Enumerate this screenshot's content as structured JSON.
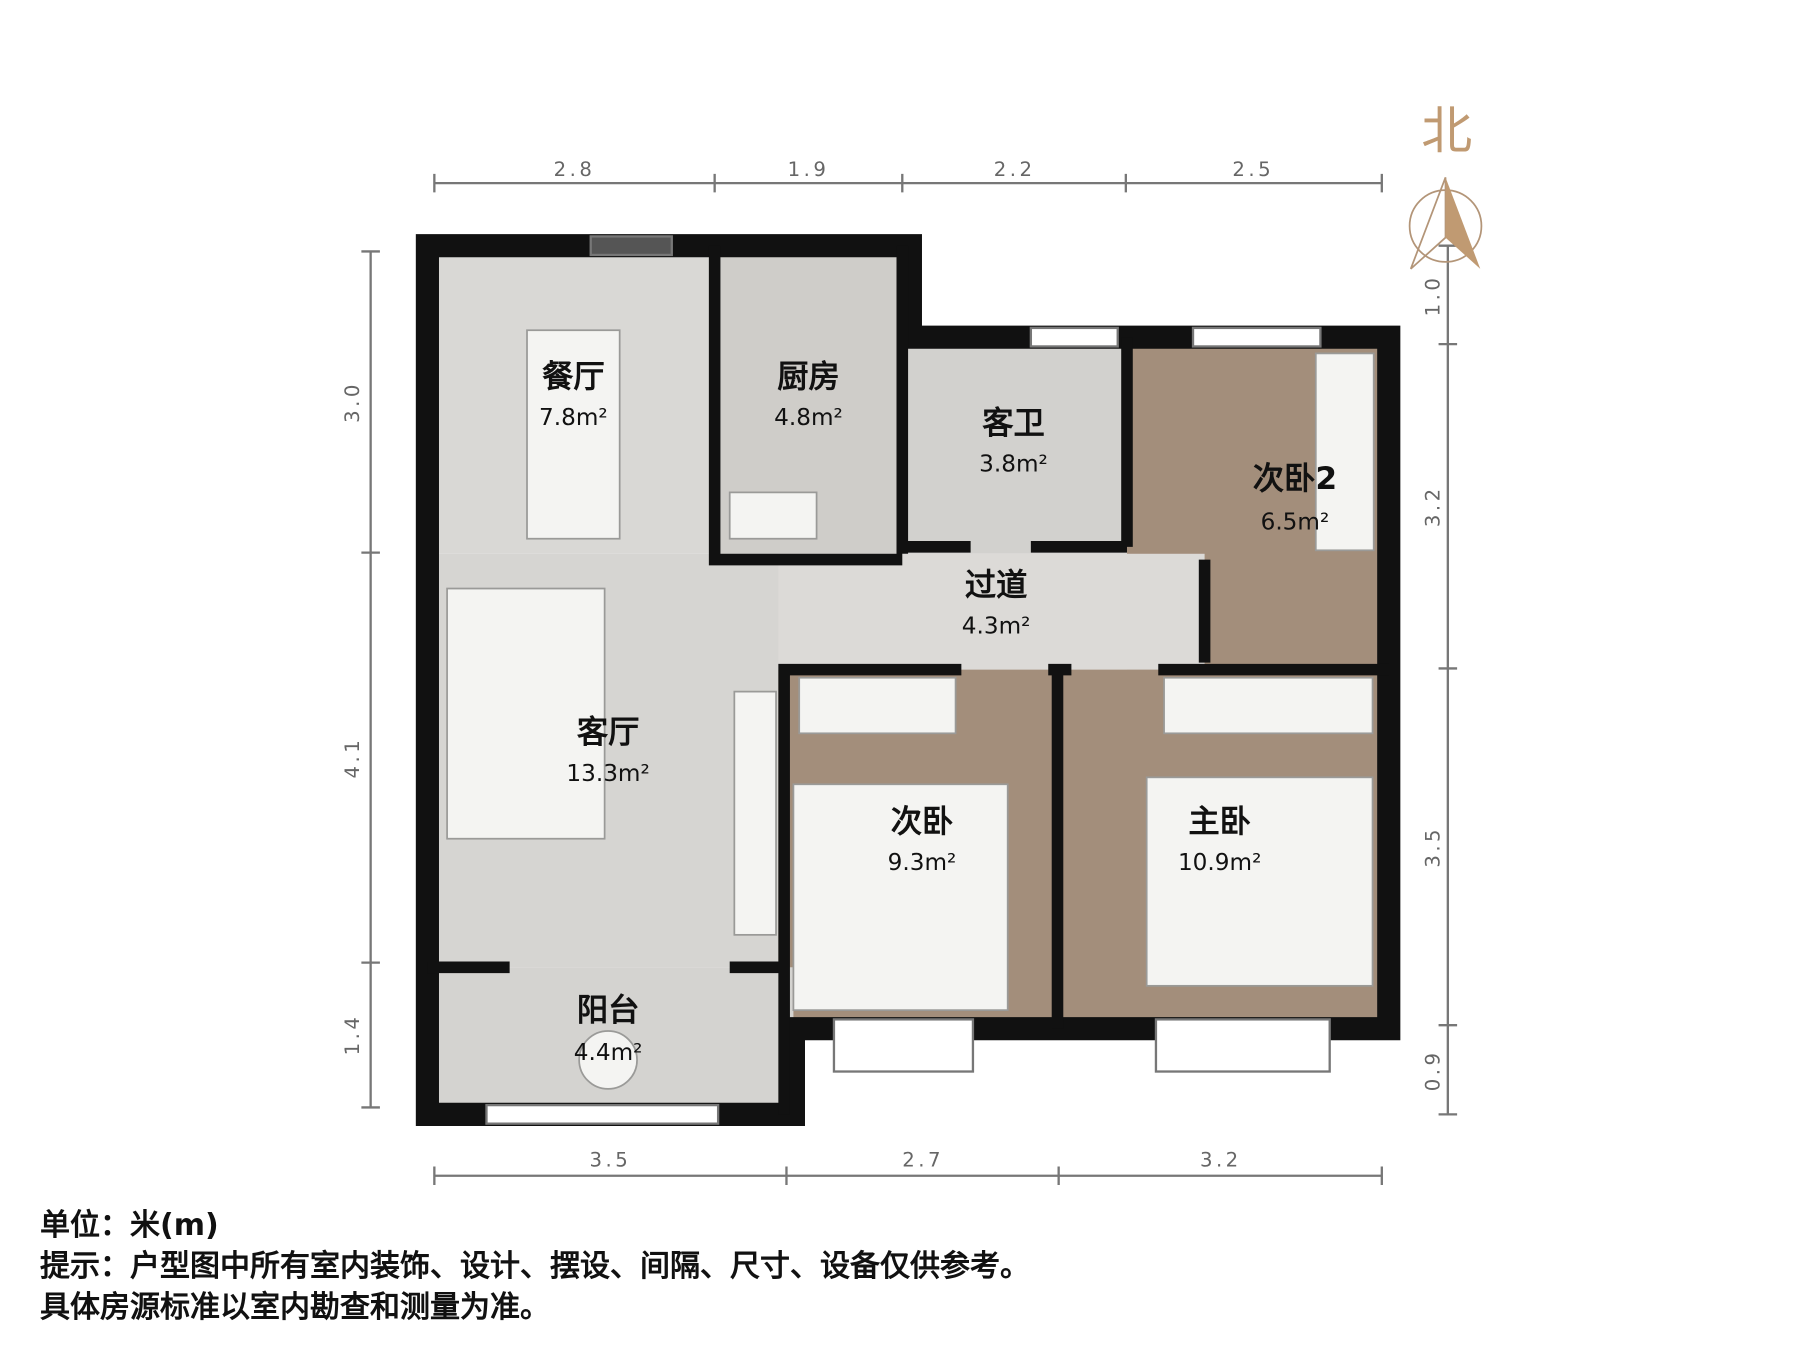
{
  "compass": {
    "label": "北",
    "color": "#c09a72"
  },
  "dimensions": {
    "top": [
      "2.8",
      "1.9",
      "2.2",
      "2.5"
    ],
    "bottom": [
      "3.5",
      "2.7",
      "3.2"
    ],
    "left": [
      "3.0",
      "4.1",
      "1.4"
    ],
    "right": [
      "1.0",
      "3.2",
      "3.5",
      "0.9"
    ]
  },
  "rooms": [
    {
      "name": "餐厅",
      "area": "7.8m²"
    },
    {
      "name": "厨房",
      "area": "4.8m²"
    },
    {
      "name": "客卫",
      "area": "3.8m²"
    },
    {
      "name": "次卧2",
      "area": "6.5m²"
    },
    {
      "name": "过道",
      "area": "4.3m²"
    },
    {
      "name": "客厅",
      "area": "13.3m²"
    },
    {
      "name": "次卧",
      "area": "9.3m²"
    },
    {
      "name": "主卧",
      "area": "10.9m²"
    },
    {
      "name": "阳台",
      "area": "4.4m²"
    }
  ],
  "colors": {
    "wall": "#111111",
    "tile": "#d9d8d5",
    "wood": "#a38e7b",
    "dimension": "#777777"
  },
  "notes": {
    "unit": "单位：米(m)",
    "hint": "提示：户型图中所有室内装饰、设计、摆设、间隔、尺寸、设备仅供参考。",
    "standard": "具体房源标准以室内勘查和测量为准。"
  }
}
